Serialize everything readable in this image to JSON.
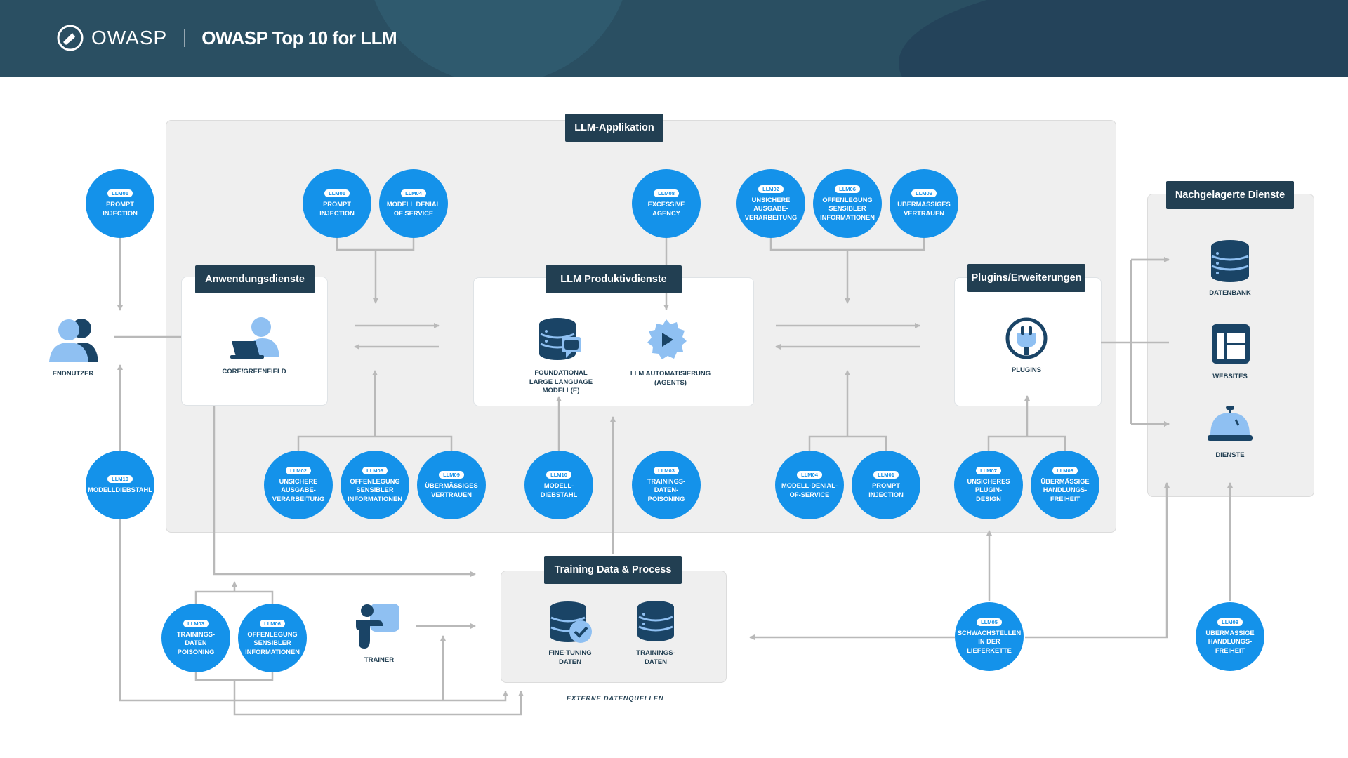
{
  "header": {
    "logo_text": "OWASP",
    "title": "OWASP Top 10 for LLM"
  },
  "regions": {
    "llm_app": "LLM-Applikation",
    "downstream": "Nachgelagerte Dienste",
    "app_services": "Anwendungsdienste",
    "llm_production": "LLM Produktivdienste",
    "plugins": "Plugins/Erweiterungen",
    "training": "Training Data & Process"
  },
  "labels": {
    "end_user": "ENDNUTZER",
    "core": "CORE/GREENFIELD",
    "foundational": "FOUNDATIONAL\nLARGE LANGUAGE\nMODELL(E)",
    "agents": "LLM AUTOMATISIERUNG\n(AGENTS)",
    "plugins": "PLUGINS",
    "database": "DATENBANK",
    "websites": "WEBSITES",
    "services": "DIENSTE",
    "trainer": "TRAINER",
    "finetuning": "FINE-TUNING\nDATEN",
    "trainingdata": "TRAININGS-\nDATEN",
    "external": "EXTERNE DATENQUELLEN"
  },
  "risks": {
    "c1": {
      "code": "LLM01",
      "text": "PROMPT\nINJECTION"
    },
    "c2": {
      "code": "LLM01",
      "text": "PROMPT\nINJECTION"
    },
    "c3": {
      "code": "LLM04",
      "text": "MODELL DENIAL\nOF SERVICE"
    },
    "c4": {
      "code": "LLM08",
      "text": "EXCESSIVE\nAGENCY"
    },
    "c5": {
      "code": "LLM02",
      "text": "UNSICHERE\nAUSGABE-\nVERARBEITUNG"
    },
    "c6": {
      "code": "LLM06",
      "text": "OFFENLEGUNG\nSENSIBLER\nINFORMATIONEN"
    },
    "c7": {
      "code": "LLM09",
      "text": "ÜBERMÄSSIGES\nVERTRAUEN"
    },
    "c8": {
      "code": "LLM10",
      "text": "MODELLDIEBSTAHL"
    },
    "c9": {
      "code": "LLM02",
      "text": "UNSICHERE\nAUSGABE-\nVERARBEITUNG"
    },
    "c10": {
      "code": "LLM06",
      "text": "OFFENLEGUNG\nSENSIBLER\nINFORMATIONEN"
    },
    "c11": {
      "code": "LLM09",
      "text": "ÜBERMÄSSIGES\nVERTRAUEN"
    },
    "c12": {
      "code": "LLM10",
      "text": "MODELL-\nDIEBSTAHL"
    },
    "c13": {
      "code": "LLM03",
      "text": "TRAININGS-\nDATEN-\nPOISONING"
    },
    "c14": {
      "code": "LLM04",
      "text": "MODELL-DENIAL-\nOF-SERVICE"
    },
    "c15": {
      "code": "LLM01",
      "text": "PROMPT\nINJECTION"
    },
    "c16": {
      "code": "LLM07",
      "text": "UNSICHERES\nPLUGIN-\nDESIGN"
    },
    "c17": {
      "code": "LLM08",
      "text": "ÜBERMÄSSIGE\nHANDLUNGS-\nFREIHEIT"
    },
    "c18": {
      "code": "LLM03",
      "text": "TRAININGS-\nDATEN\nPOISONING"
    },
    "c19": {
      "code": "LLM06",
      "text": "OFFENLEGUNG\nSENSIBLER\nINFORMATIONEN"
    },
    "c20": {
      "code": "LLM05",
      "text": "SCHWACHSTELLEN\nIN DER\nLIEFERKETTE"
    },
    "c21": {
      "code": "LLM08",
      "text": "ÜBERMÄSSIGE\nHANDLUNGS-\nFREIHEIT"
    }
  },
  "colors": {
    "header": "#2a4f62",
    "circle": "#1492ea",
    "tag": "#223f52",
    "icon_light": "#8fc0f2",
    "icon_dark": "#1a4466"
  }
}
